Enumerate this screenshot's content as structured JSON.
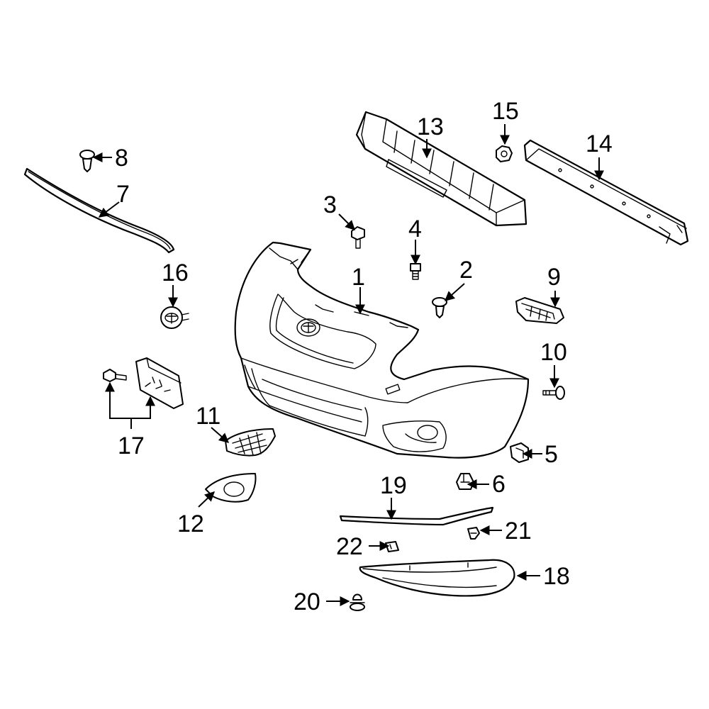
{
  "diagram": {
    "background": "#ffffff",
    "line_color": "#000000",
    "callouts": [
      {
        "id": "c1",
        "label": "1"
      },
      {
        "id": "c2",
        "label": "2"
      },
      {
        "id": "c3",
        "label": "3"
      },
      {
        "id": "c4",
        "label": "4"
      },
      {
        "id": "c5",
        "label": "5"
      },
      {
        "id": "c6",
        "label": "6"
      },
      {
        "id": "c7",
        "label": "7"
      },
      {
        "id": "c8",
        "label": "8"
      },
      {
        "id": "c9",
        "label": "9"
      },
      {
        "id": "c10",
        "label": "10"
      },
      {
        "id": "c11",
        "label": "11"
      },
      {
        "id": "c12",
        "label": "12"
      },
      {
        "id": "c13",
        "label": "13"
      },
      {
        "id": "c14",
        "label": "14"
      },
      {
        "id": "c15",
        "label": "15"
      },
      {
        "id": "c16",
        "label": "16"
      },
      {
        "id": "c17",
        "label": "17"
      },
      {
        "id": "c18",
        "label": "18"
      },
      {
        "id": "c19",
        "label": "19"
      },
      {
        "id": "c20",
        "label": "20"
      },
      {
        "id": "c21",
        "label": "21"
      },
      {
        "id": "c22",
        "label": "22"
      }
    ]
  }
}
